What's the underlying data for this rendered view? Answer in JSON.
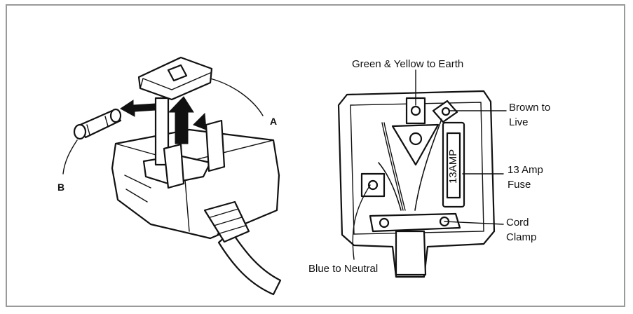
{
  "labels": {
    "a": "A",
    "b": "B",
    "earth": "Green & Yellow to Earth",
    "live_line1": "Brown to",
    "live_line2": "Live",
    "fuse_line1": "13 Amp",
    "fuse_line2": "Fuse",
    "clamp_line1": "Cord",
    "clamp_line2": "Clamp",
    "neutral": "Blue to Neutral",
    "fuse_body": "13AMP"
  },
  "colors": {
    "ink": "#111111",
    "frame": "#9a9a9a",
    "background": "#ffffff"
  }
}
